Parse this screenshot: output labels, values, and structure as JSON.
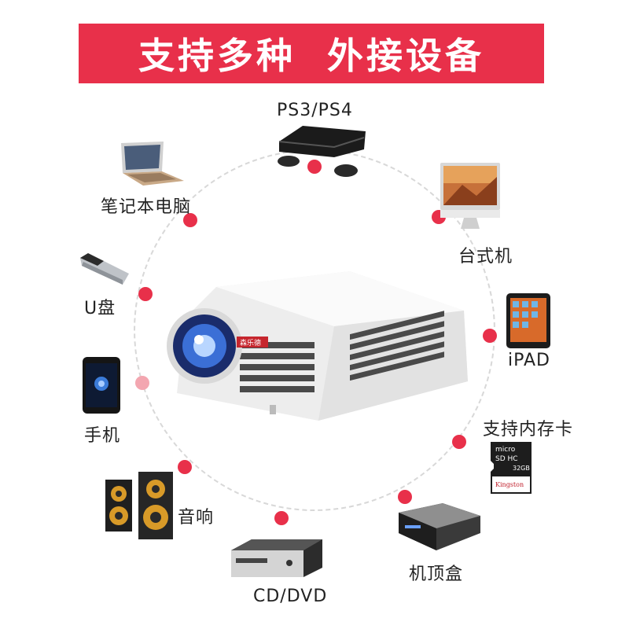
{
  "banner": {
    "left": "支持多种",
    "right": "外接设备"
  },
  "projector": {
    "brand_badge": "森乐德"
  },
  "devices": {
    "ps": "PS3/PS4",
    "desktop": "台式机",
    "ipad": "iPAD",
    "memory_card": "支持内存卡",
    "set_top_box": "机顶盒",
    "cd_dvd": "CD/DVD",
    "speaker": "音响",
    "phone": "手机",
    "usb": "U盘",
    "laptop": "笔记本电脑"
  },
  "sd_card": {
    "line1": "micro",
    "line2": "SD HC",
    "capacity": "32GB",
    "brand": "Kingston"
  },
  "colors": {
    "accent": "#e8304a",
    "banner_text": "#ffffff"
  }
}
